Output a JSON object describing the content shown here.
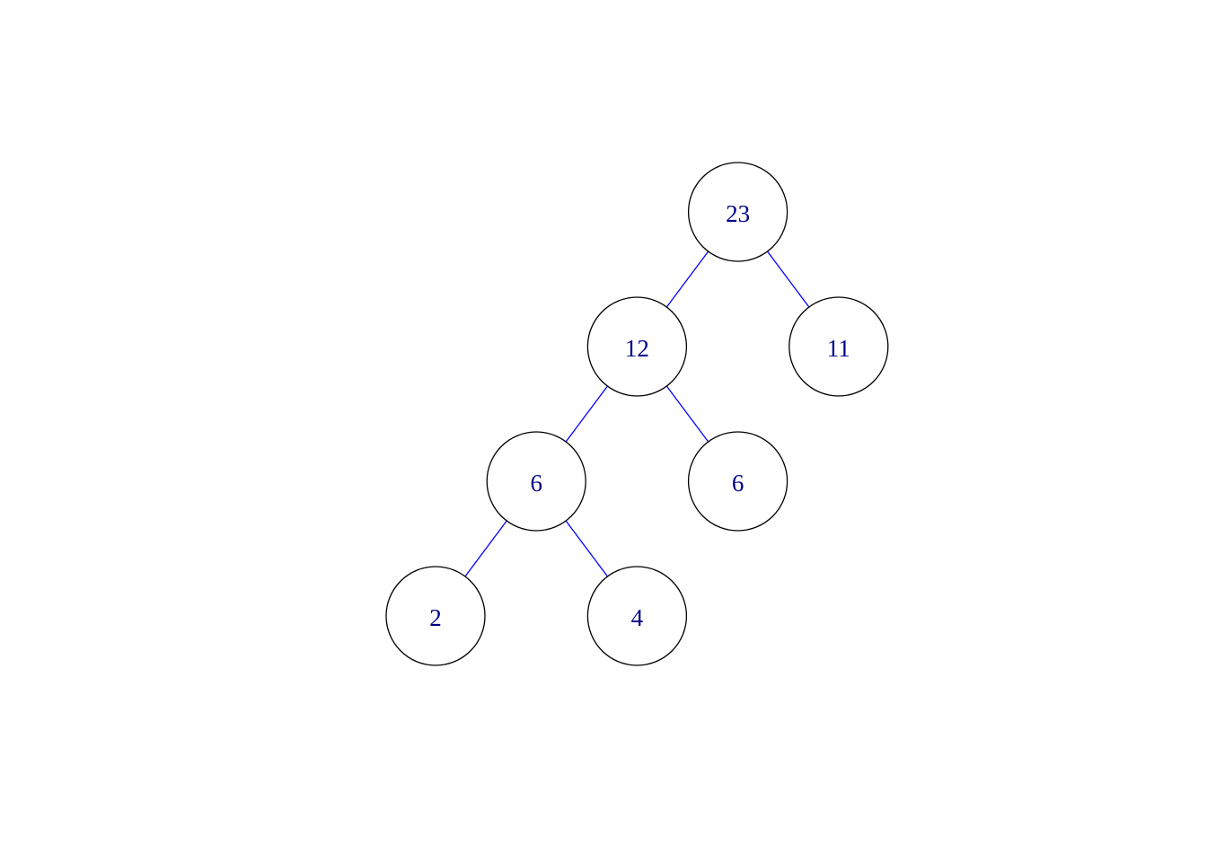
{
  "tree": {
    "colors": {
      "edge": "#0000ff",
      "label": "#00008b",
      "node_border": "#000000",
      "background": "#ffffff"
    },
    "nodes": [
      {
        "id": "n23",
        "label": "23",
        "depth": 0,
        "column": 3
      },
      {
        "id": "n12",
        "label": "12",
        "depth": 1,
        "column": 2
      },
      {
        "id": "n11",
        "label": "11",
        "depth": 1,
        "column": 4
      },
      {
        "id": "n6a",
        "label": "6",
        "depth": 2,
        "column": 1
      },
      {
        "id": "n6b",
        "label": "6",
        "depth": 2,
        "column": 3
      },
      {
        "id": "n2",
        "label": "2",
        "depth": 3,
        "column": 0
      },
      {
        "id": "n4",
        "label": "4",
        "depth": 3,
        "column": 2
      }
    ],
    "edges": [
      {
        "from": "n23",
        "to": "n12"
      },
      {
        "from": "n23",
        "to": "n11"
      },
      {
        "from": "n12",
        "to": "n6a"
      },
      {
        "from": "n12",
        "to": "n6b"
      },
      {
        "from": "n6a",
        "to": "n2"
      },
      {
        "from": "n6a",
        "to": "n4"
      }
    ]
  }
}
